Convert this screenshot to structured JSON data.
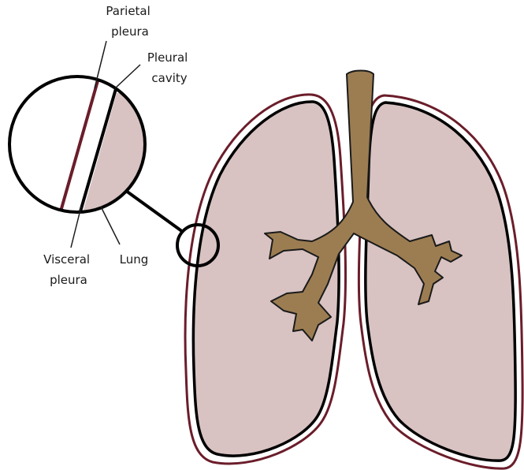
{
  "labels": {
    "parietal_pleura": [
      "Parietal",
      "pleura"
    ],
    "pleural_cavity": [
      "Pleural",
      "cavity"
    ],
    "visceral_pleura": [
      "Visceral",
      "pleura"
    ],
    "lung": "Lung"
  },
  "colors": {
    "lung_fill": "#d8c2c2",
    "parietal_pleura": "#6b1d2a",
    "visceral_pleura": "#000000",
    "bronchi": "#9c7d52",
    "outline": "#1a1a1a"
  }
}
